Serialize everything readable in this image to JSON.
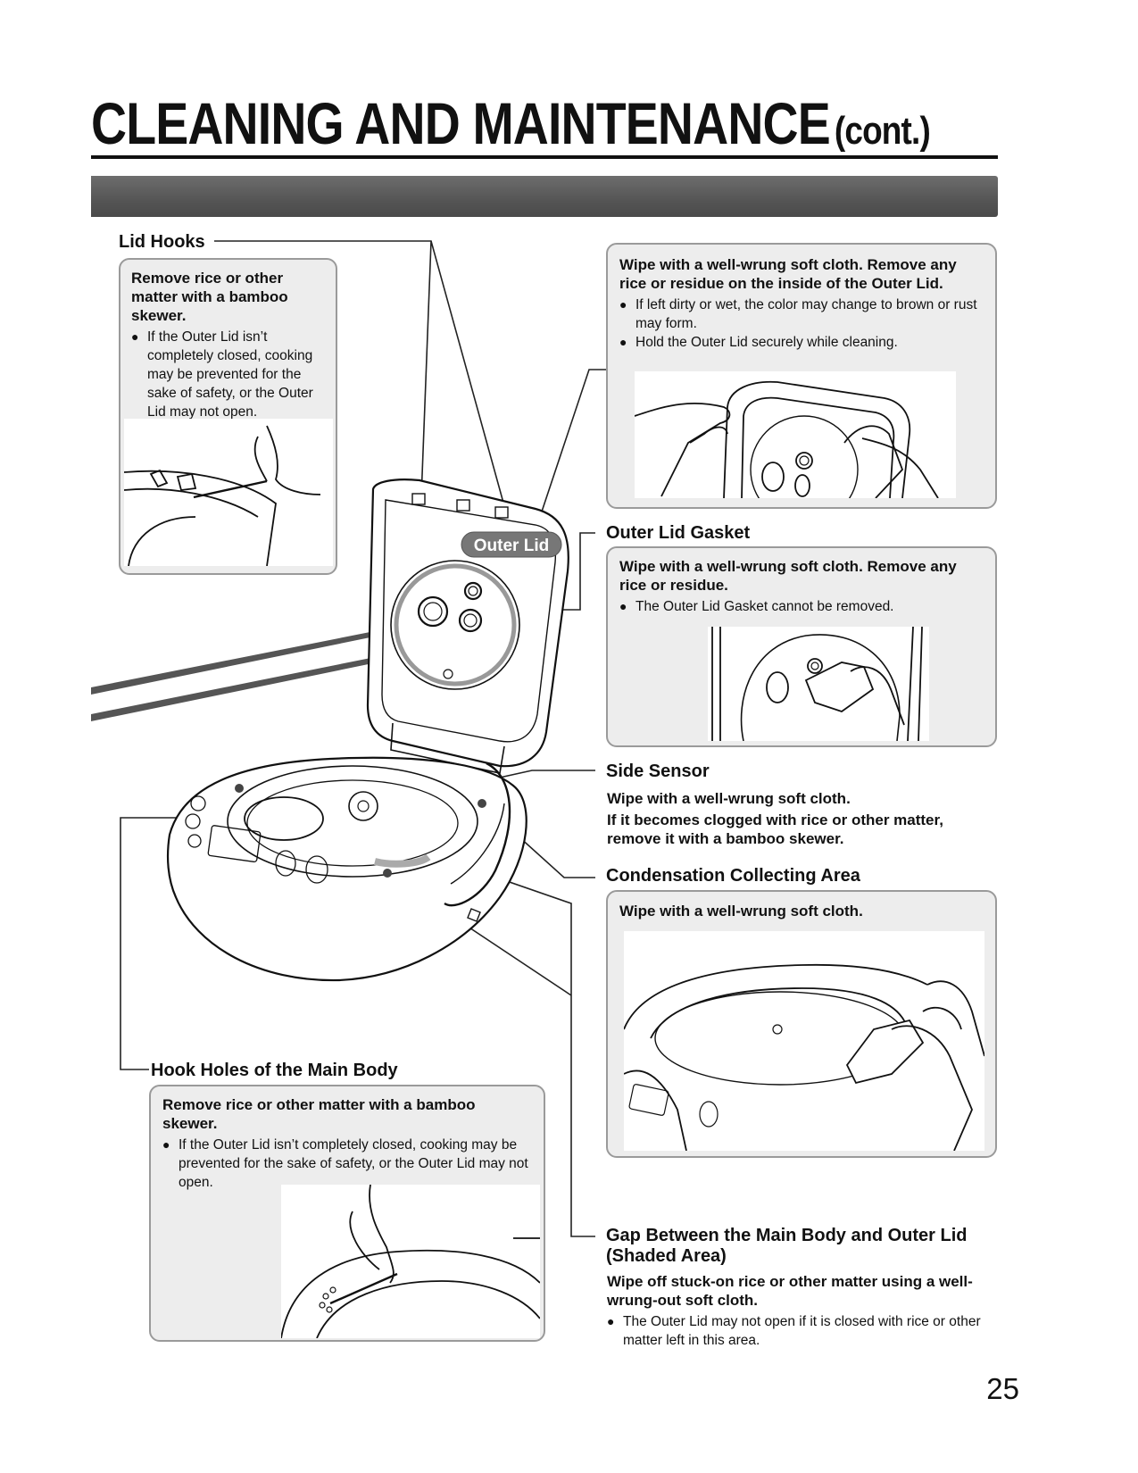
{
  "page": {
    "title": "CLEANING AND MAINTENANCE",
    "title_suffix": "(cont.)",
    "page_number": "25"
  },
  "diagram": {
    "outer_lid_label": "Outer Lid"
  },
  "sections": {
    "lid_hooks": {
      "heading": "Lid Hooks",
      "lead": "Remove rice or other matter with a bamboo skewer.",
      "bullets": [
        "If the Outer Lid isn’t completely closed, cooking may be prevented for the sake of safety, or the Outer Lid may not open."
      ]
    },
    "outer_lid_inside": {
      "lead": "Wipe with a well-wrung soft cloth. Remove any rice or residue on the inside of the Outer Lid.",
      "bullets": [
        "If left dirty or wet, the color may change to brown or rust may form.",
        "Hold the Outer Lid securely while cleaning."
      ]
    },
    "outer_lid_gasket": {
      "heading": "Outer Lid Gasket",
      "lead": "Wipe with a well-wrung soft cloth. Remove any rice or residue.",
      "bullets": [
        "The Outer Lid Gasket cannot be removed."
      ]
    },
    "side_sensor": {
      "heading": "Side Sensor",
      "line1": "Wipe with a well-wrung soft cloth.",
      "line2": "If it becomes clogged with rice or other matter, remove it with a bamboo skewer."
    },
    "condensation": {
      "heading": "Condensation Collecting Area",
      "lead": "Wipe with a well-wrung soft cloth."
    },
    "hook_holes": {
      "heading": "Hook Holes of the Main Body",
      "lead": "Remove rice or other matter with a bamboo skewer.",
      "bullets": [
        "If the Outer Lid isn’t completely closed, cooking may be prevented for the sake of safety, or the Outer Lid may not open."
      ]
    },
    "gap": {
      "heading": "Gap Between the Main Body and Outer Lid (Shaded Area)",
      "lead": "Wipe off stuck-on rice or other matter using a well-wrung-out soft cloth.",
      "bullets": [
        "The Outer Lid may not open if it is closed with rice or other matter left in this area."
      ]
    }
  }
}
